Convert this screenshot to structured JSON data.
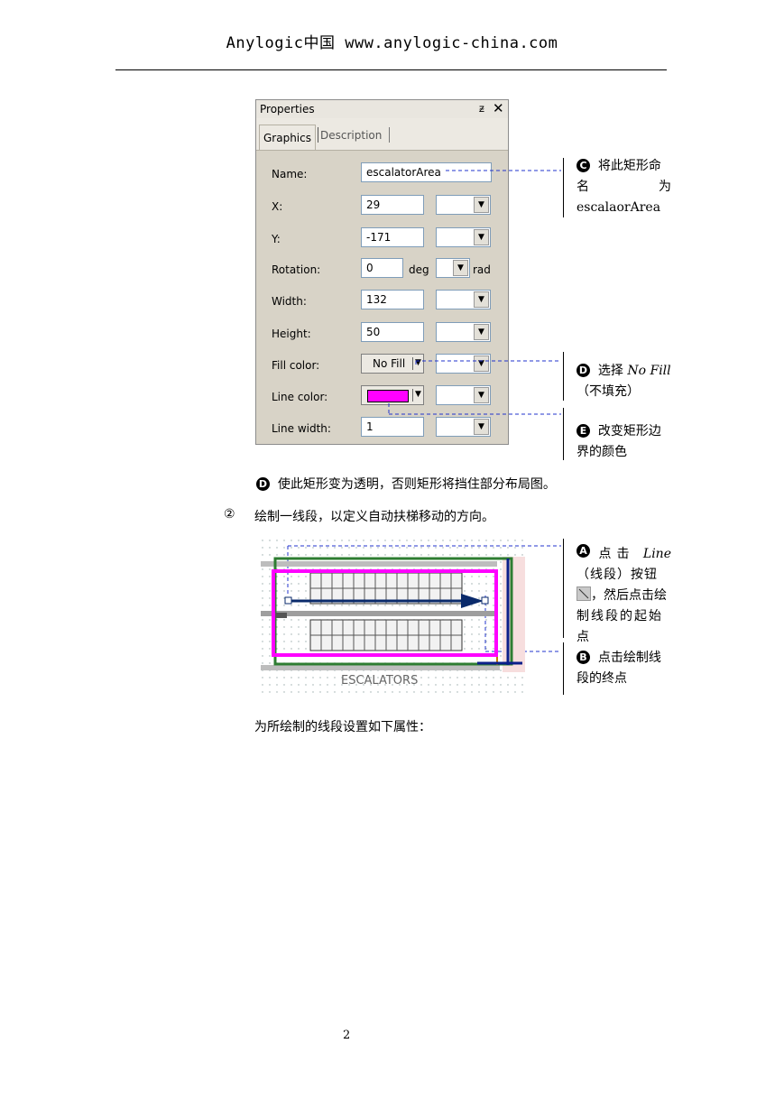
{
  "header": {
    "text": "Anylogic中国   www.anylogic-china.com"
  },
  "panel": {
    "title": "Properties",
    "tabs": [
      "Graphics",
      "Description"
    ],
    "fields": {
      "name_label": "Name:",
      "name_value": "escalatorArea",
      "x_label": "X:",
      "x_value": "29",
      "y_label": "Y:",
      "y_value": "-171",
      "rotation_label": "Rotation:",
      "rotation_value": "0",
      "rotation_unit1": "deg",
      "rotation_unit2": "rad",
      "width_label": "Width:",
      "width_value": "132",
      "height_label": "Height:",
      "height_value": "50",
      "fill_label": "Fill color:",
      "fill_value": "No Fill",
      "line_color_label": "Line color:",
      "line_color_value": "#ff00ff",
      "line_width_label": "Line width:",
      "line_width_value": "1"
    }
  },
  "callouts": {
    "c_num": "C",
    "c_line1": "将此矩形命",
    "c_line2a": "名",
    "c_line2b": "为",
    "c_line3": "escalaorArea",
    "d_num": "D",
    "d_line1": "选择 ",
    "d_line1_italic": "No Fill",
    "d_line2": "（不填充）",
    "e_num": "E",
    "e_line1": "改变矩形边",
    "e_line2": "界的颜色",
    "a_num": "A",
    "a_line1a": "点击",
    "a_line1_italic": "Line",
    "a_line2": "（线段）按钮",
    "a_line3": "，然后点击绘",
    "a_line4": "制线段的起始",
    "a_line5": "点",
    "b_num": "B",
    "b_line1": "点击绘制线",
    "b_line2": "段的终点"
  },
  "body": {
    "note_num": "D",
    "note_text": "使此矩形变为透明，否则矩形将挡住部分布局图。",
    "step_marker": "②",
    "step_text": "绘制一线段，以定义自动扶梯移动的方向。",
    "after_text": "为所绘制的线段设置如下属性："
  },
  "escalator": {
    "label": "ESCALATORS"
  },
  "footer": {
    "page_number": "2"
  },
  "colors": {
    "magenta": "#ff00ff",
    "callout_line": "#2233cc",
    "arrow": "#0a2a6b"
  }
}
